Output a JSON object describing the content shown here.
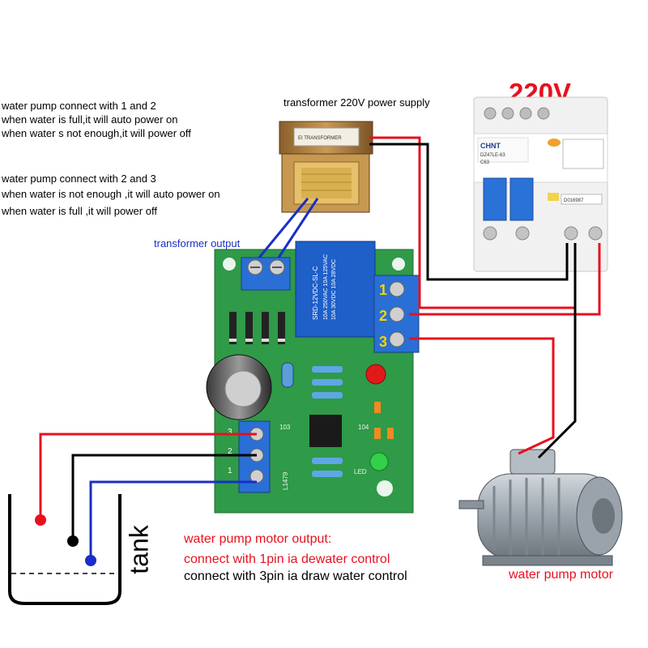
{
  "notes": {
    "mode_1_2": {
      "title": "water pump connect with 1 and 2",
      "line1": "when water is full,it will auto power on",
      "line2": "when water s not enough,it will power off"
    },
    "mode_2_3": {
      "title": "water pump connect with 2 and 3",
      "line1": "when water is not enough ,it will auto power on",
      "line2": "when water is full ,it will power off"
    }
  },
  "labels": {
    "transformer_supply": "transformer 220V power supply",
    "transformer_output": "transformer output",
    "voltage": "220V",
    "tank": "tank",
    "motor": "water pump motor",
    "motor_output_title": "water pump motor output:",
    "motor_output_line1": "connect with 1pin ia dewater control",
    "motor_output_line2": "connect with 3pin ia draw water control"
  },
  "terminal_pins": [
    "1",
    "2",
    "3"
  ],
  "sensor_pins": [
    "3",
    "2",
    "1"
  ],
  "relay_text": [
    "SRD-12VDC-SL-C",
    "10A 250VAC 10A 125VAC",
    "10A 30VDC 10A 28VDC"
  ],
  "transformer_text": "EI TRANSFORMER",
  "breaker": {
    "brand": "CHNT",
    "model": "DZ47LE-63",
    "rating": "C63",
    "serial": "D016987"
  },
  "pcb_labels": {
    "led": "LED",
    "code": "L1479",
    "ic_label": "103",
    "cap_label": "104"
  },
  "colors": {
    "red_wire": "#e8101e",
    "black_wire": "#000000",
    "blue_wire": "#1a2ec8",
    "pcb": "#2f9a48",
    "terminal": "#2a6fd6",
    "pin_numbers": "#f0d800"
  }
}
